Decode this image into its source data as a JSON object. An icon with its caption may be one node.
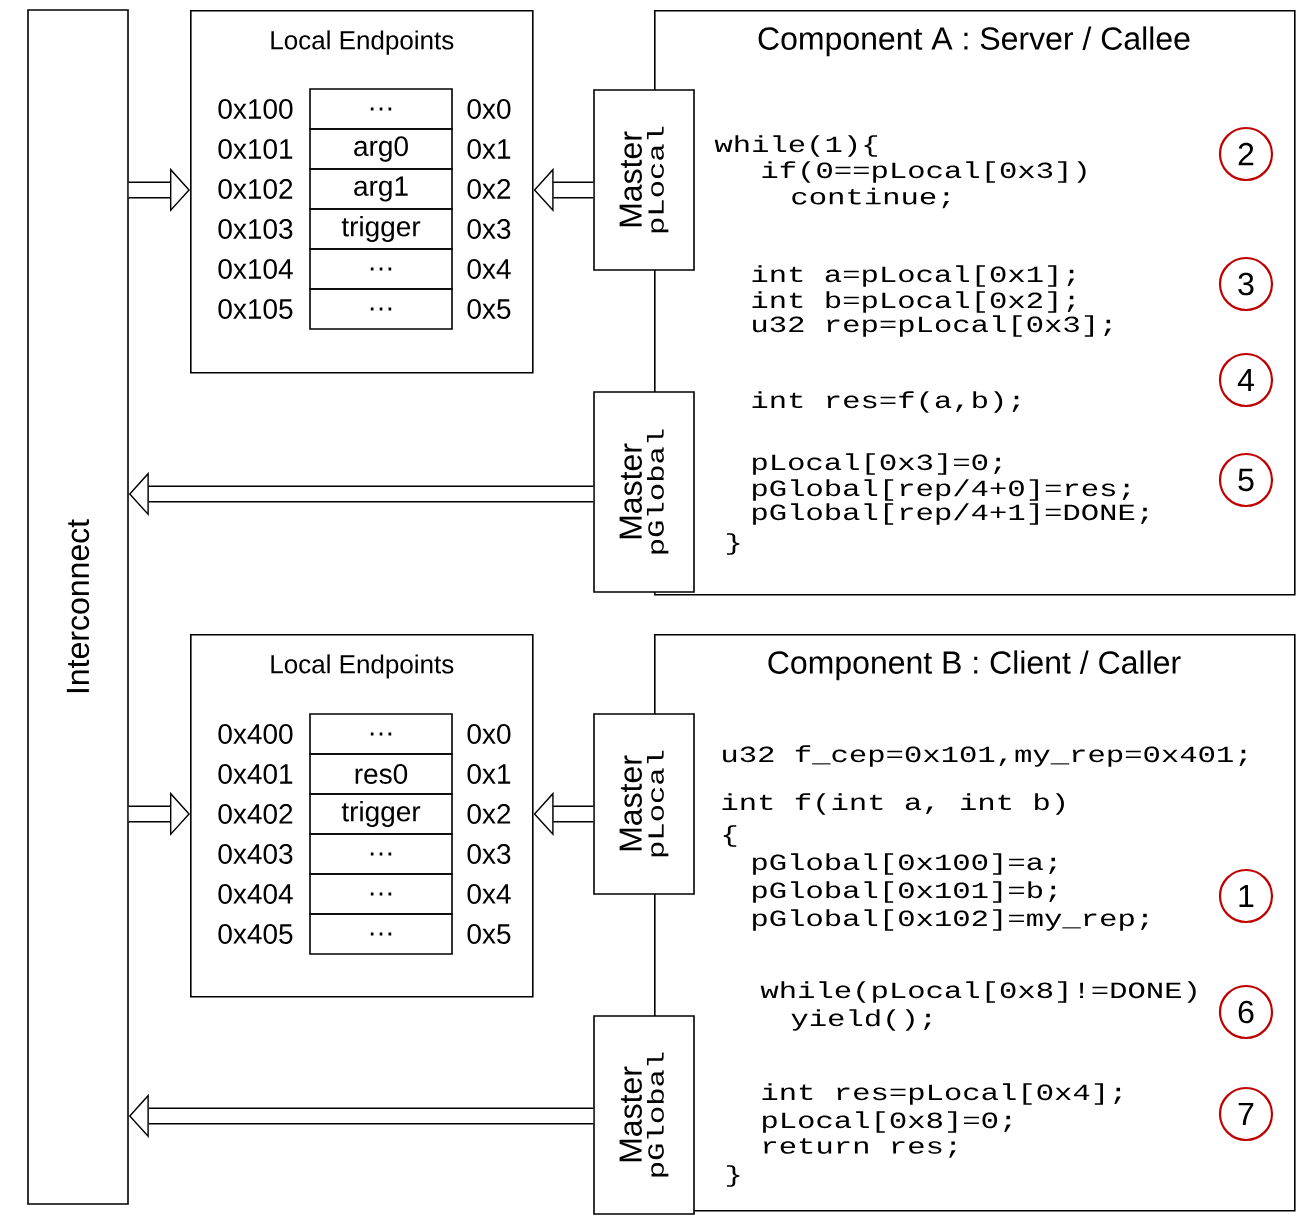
{
  "diagram": {
    "nodes": [
      {
        "text": [
          "Interconnect"
        ]
      },
      {
        "text": [
          "Local Endpoints"
        ]
      },
      {
        "text": [
          "…"
        ],
        "beside": [
          "0x100",
          "0x0"
        ],
        "in": 1
      },
      {
        "text": [
          "arg0"
        ],
        "beside": [
          "0x101",
          "0x1"
        ],
        "in": 1
      },
      {
        "text": [
          "arg1"
        ],
        "beside": [
          "0x102",
          "0x2"
        ],
        "in": 1
      },
      {
        "text": [
          "trigger"
        ],
        "beside": [
          "0x103",
          "0x3"
        ],
        "in": 1
      },
      {
        "text": [
          "…"
        ],
        "beside": [
          "0x104",
          "0x4"
        ],
        "in": 1
      },
      {
        "text": [
          "…"
        ],
        "beside": [
          "0x105",
          "0x5"
        ],
        "in": 1
      },
      {
        "text": [
          "Component A : Server / Callee",
          "while(1){",
          "if(0==pLocal[0x3])",
          "continue;",
          "int a=pLocal[0x1];",
          "int b=pLocal[0x2];",
          "u32 rep=pLocal[0x3];",
          "int res=f(a,b);",
          "pLocal[0x3]=0;",
          "pGlobal[rep/4+0]=res;",
          "pGlobal[rep/4+1]=DONE;",
          "}"
        ]
      },
      {
        "text": [
          "Master",
          "pLocal"
        ]
      },
      {
        "text": [
          "Master",
          "pGlobal"
        ]
      },
      {
        "text": [
          "2"
        ],
        "in": 8
      },
      {
        "text": [
          "3"
        ],
        "in": 8
      },
      {
        "text": [
          "4"
        ],
        "in": 8
      },
      {
        "text": [
          "5"
        ],
        "in": 8
      },
      {
        "text": [
          "Local Endpoints"
        ]
      },
      {
        "text": [
          "…"
        ],
        "beside": [
          "0x400",
          "0x0"
        ],
        "in": 15
      },
      {
        "text": [
          "res0"
        ],
        "beside": [
          "0x401",
          "0x1"
        ],
        "in": 15
      },
      {
        "text": [
          "trigger"
        ],
        "beside": [
          "0x402",
          "0x2"
        ],
        "in": 15
      },
      {
        "text": [
          "…"
        ],
        "beside": [
          "0x403",
          "0x3"
        ],
        "in": 15
      },
      {
        "text": [
          "…"
        ],
        "beside": [
          "0x404",
          "0x4"
        ],
        "in": 15
      },
      {
        "text": [
          "…"
        ],
        "beside": [
          "0x405",
          "0x5"
        ],
        "in": 15
      },
      {
        "text": [
          "Component B : Client / Caller",
          "u32 f_cep=0x101,my_rep=0x401;",
          "int f(int a, int b)",
          "{",
          "pGlobal[0x100]=a;",
          "pGlobal[0x101]=b;",
          "pGlobal[0x102]=my_rep;",
          "while(pLocal[0x8]!=DONE)",
          "yield();",
          "int res=pLocal[0x4];",
          "pLocal[0x8]=0;",
          "return res;",
          "}"
        ]
      },
      {
        "text": [
          "Master",
          "pLocal"
        ]
      },
      {
        "text": [
          "Master",
          "pGlobal"
        ]
      },
      {
        "text": [
          "1"
        ],
        "in": 22
      },
      {
        "text": [
          "6"
        ],
        "in": 22
      },
      {
        "text": [
          "7"
        ],
        "in": 22
      }
    ],
    "edges": [
      {
        "from": 0,
        "to": 1,
        "arrow": "to"
      },
      {
        "from": 9,
        "to": 1,
        "arrow": "to"
      },
      {
        "from": 10,
        "to": 0,
        "arrow": "to"
      },
      {
        "from": 0,
        "to": 15,
        "arrow": "to"
      },
      {
        "from": 23,
        "to": 15,
        "arrow": "to"
      },
      {
        "from": 24,
        "to": 0,
        "arrow": "to"
      }
    ]
  }
}
